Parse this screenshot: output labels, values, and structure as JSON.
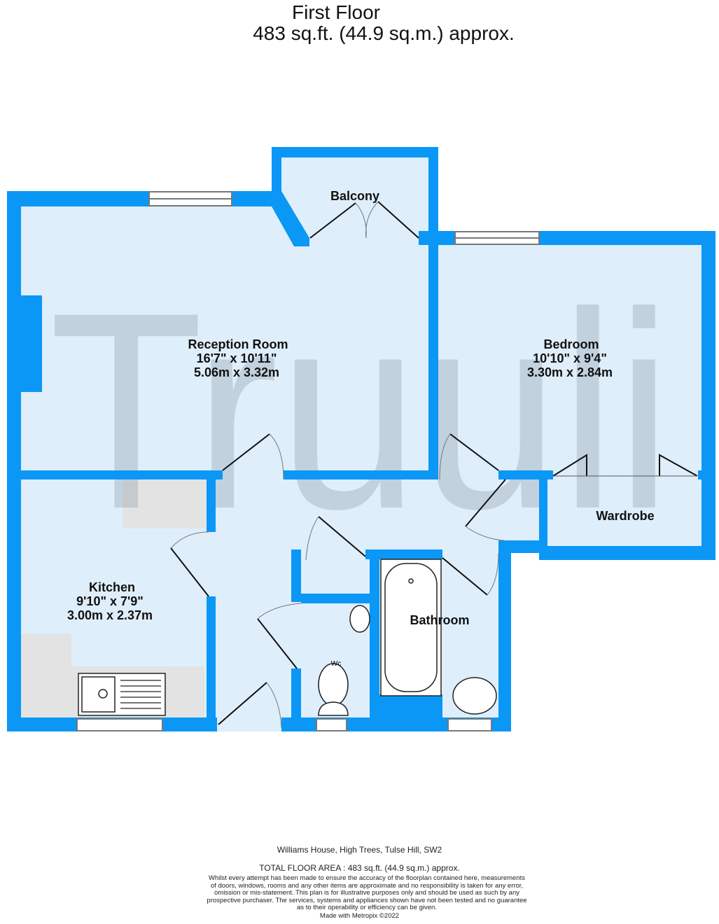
{
  "header": {
    "floor_name": "First Floor",
    "floor_area": "483 sq.ft. (44.9 sq.m.) approx."
  },
  "watermark": "Truuli",
  "rooms": {
    "reception": {
      "name": "Reception Room",
      "imperial": "16'7\"  x 10'11\"",
      "metric": "5.06m  x 3.32m"
    },
    "balcony": {
      "name": "Balcony"
    },
    "bedroom": {
      "name": "Bedroom",
      "imperial": "10'10\"  x 9'4\"",
      "metric": "3.30m  x 2.84m"
    },
    "wardrobe": {
      "name": "Wardrobe"
    },
    "kitchen": {
      "name": "Kitchen",
      "imperial": "9'10\"  x 7'9\"",
      "metric": "3.00m  x 2.37m"
    },
    "bathroom": {
      "name": "Bathroom"
    },
    "wc_label": "Wc"
  },
  "footer": {
    "address": "Williams House, High Trees, Tulse Hill, SW2",
    "total_area": "TOTAL FLOOR AREA : 483 sq.ft. (44.9 sq.m.) approx.",
    "disclaimer": "Whilst every attempt has been made to ensure the accuracy of the floorplan contained here, measurements of doors, windows, rooms and any other items are approximate and no responsibility is taken for any error, omission or mis-statement. This plan is for illustrative purposes only and should be used as such by any prospective purchaser. The services, systems and appliances shown have not been tested and no guarantee as to their operability or efficiency can be given.",
    "made_with": "Made with Metropix ©2022"
  },
  "colors": {
    "wall": "#0b97f6",
    "floor": "#dfeefb"
  }
}
